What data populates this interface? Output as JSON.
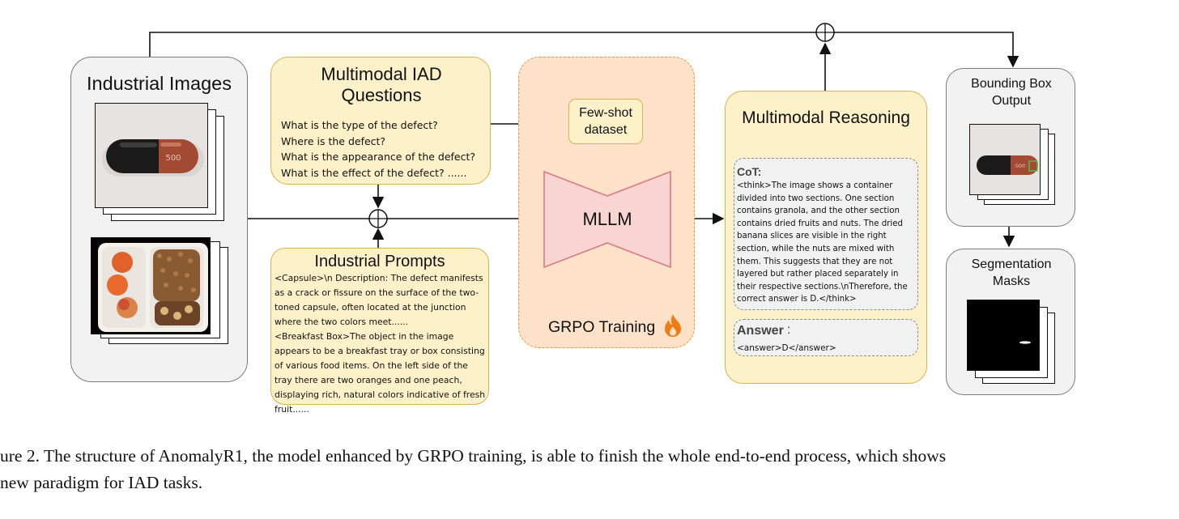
{
  "industrial_images": {
    "title": "Industrial Images"
  },
  "questions": {
    "title": "Multimodal IAD Questions",
    "items": [
      "What is the type of the defect?",
      "Where is the defect?",
      "What is the appearance of the defect?",
      "What is the effect of the defect? ......"
    ]
  },
  "prompts": {
    "title": "Industrial Prompts",
    "text": "<Capsule>\\n Description: The defect manifests as a crack or fissure on the surface of the two-toned capsule, often located at the junction where the two colors meet......\n<Breakfast Box>The object in the image appears to be a breakfast tray or box consisting of various food items. On the left side of the tray there are two oranges and one peach, displaying rich, natural colors indicative of fresh fruit......"
  },
  "grpo": {
    "few_shot_label": "Few-shot dataset",
    "mllm_label": "MLLM",
    "training_label": "GRPO Training",
    "training_icon": "flame-icon"
  },
  "reasoning": {
    "title": "Multimodal Reasoning",
    "cot_label": "CoT:",
    "cot_text": "<think>The image shows a container divided into two sections. One section contains granola, and the other section contains dried fruits and nuts. The dried banana slices are visible in the right section, while the nuts are mixed with them. This suggests that they are not layered but rather placed separately in their respective sections.\\nTherefore, the correct answer is D.</think>",
    "answer_label": "Answer",
    "answer_colon": ":",
    "answer_text": "<answer>D</answer>"
  },
  "outputs": {
    "bbox_title": "Bounding Box Output",
    "seg_title": "Segmentation Masks",
    "capsule_marking": "500"
  },
  "caption": {
    "line1": "ure 2. The structure of AnomalyR1, the model enhanced by GRPO training, is able to finish the whole end-to-end process, which shows",
    "line2": "new paradigm for IAD tasks."
  },
  "colors": {
    "grey_fill": "#f2f2f2",
    "yellow_fill": "#fdf1c9",
    "grpo_fill": "#fde1c8",
    "mllm_fill": "#f8d5d3",
    "flame": "#f07b14"
  }
}
